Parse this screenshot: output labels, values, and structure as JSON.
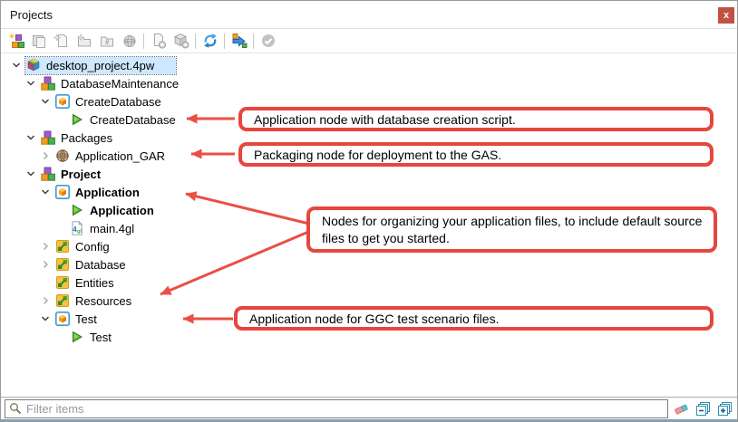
{
  "window": {
    "title": "Projects",
    "close_label": "x"
  },
  "toolbar": {
    "items": [
      {
        "name": "new-project-icon",
        "enabled": true
      },
      {
        "name": "import-project-icon",
        "enabled": false
      },
      {
        "name": "new-file-icon",
        "enabled": false
      },
      {
        "name": "new-group-icon",
        "enabled": false
      },
      {
        "name": "new-virtual-folder-icon",
        "enabled": false
      },
      {
        "name": "new-package-icon",
        "enabled": false
      },
      {
        "name": "separator"
      },
      {
        "name": "add-file-icon",
        "enabled": false
      },
      {
        "name": "add-package-icon",
        "enabled": false
      },
      {
        "name": "separator"
      },
      {
        "name": "refresh-icon",
        "enabled": true
      },
      {
        "name": "separator"
      },
      {
        "name": "build-icon",
        "enabled": true
      },
      {
        "name": "separator"
      },
      {
        "name": "validate-icon",
        "enabled": false
      }
    ]
  },
  "tree": {
    "rows": [
      {
        "label": "desktop_project.4pw",
        "level": 0,
        "chevron": "down",
        "icon": "project-icon",
        "bold": false,
        "selected": true
      },
      {
        "label": "DatabaseMaintenance",
        "level": 1,
        "chevron": "down",
        "icon": "group-icon",
        "bold": false,
        "selected": false
      },
      {
        "label": "CreateDatabase",
        "level": 2,
        "chevron": "down",
        "icon": "app-icon",
        "bold": false,
        "selected": false
      },
      {
        "label": "CreateDatabase",
        "level": 3,
        "chevron": "none",
        "icon": "run-icon",
        "bold": false,
        "selected": false
      },
      {
        "label": "Packages",
        "level": 1,
        "chevron": "down",
        "icon": "group-icon",
        "bold": false,
        "selected": false
      },
      {
        "label": "Application_GAR",
        "level": 2,
        "chevron": "right",
        "icon": "gar-icon",
        "bold": false,
        "selected": false
      },
      {
        "label": "Project",
        "level": 1,
        "chevron": "down",
        "icon": "group-icon",
        "bold": true,
        "selected": false
      },
      {
        "label": "Application",
        "level": 2,
        "chevron": "down",
        "icon": "app-icon",
        "bold": true,
        "selected": false
      },
      {
        "label": "Application",
        "level": 3,
        "chevron": "none",
        "icon": "run-icon",
        "bold": true,
        "selected": false
      },
      {
        "label": "main.4gl",
        "level": 3,
        "chevron": "none",
        "icon": "fgl-icon",
        "bold": false,
        "selected": false
      },
      {
        "label": "Config",
        "level": 2,
        "chevron": "right",
        "icon": "vfolder-icon",
        "bold": false,
        "selected": false
      },
      {
        "label": "Database",
        "level": 2,
        "chevron": "right",
        "icon": "vfolder-icon",
        "bold": false,
        "selected": false
      },
      {
        "label": "Entities",
        "level": 2,
        "chevron": "none",
        "icon": "vfolder-icon",
        "bold": false,
        "selected": false
      },
      {
        "label": "Resources",
        "level": 2,
        "chevron": "right",
        "icon": "vfolder-icon",
        "bold": false,
        "selected": false
      },
      {
        "label": "Test",
        "level": 2,
        "chevron": "down",
        "icon": "app-icon",
        "bold": false,
        "selected": false
      },
      {
        "label": "Test",
        "level": 3,
        "chevron": "none",
        "icon": "run-icon",
        "bold": false,
        "selected": false
      }
    ]
  },
  "callouts": [
    {
      "text": "Application node with database creation script."
    },
    {
      "text": "Packaging node for deployment to the GAS."
    },
    {
      "text": "Nodes for organizing your application files, to include default source files to get you started."
    },
    {
      "text": "Application node for GGC test scenario files."
    }
  ],
  "filter": {
    "placeholder": "Filter items",
    "icons": [
      "search-icon",
      "clear-filter-icon",
      "collapse-all-icon",
      "expand-all-icon"
    ]
  },
  "colors": {
    "callout_red": "#e7463f",
    "arrow_red": "#ea4f44",
    "selection_blue": "#cde8ff",
    "close_button_red": "#c35044"
  }
}
